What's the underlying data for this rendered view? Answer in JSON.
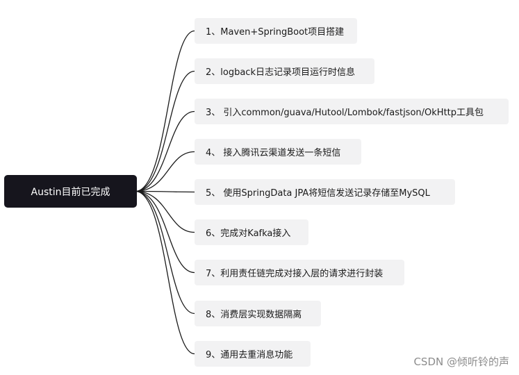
{
  "root": {
    "label": "Austin目前已完成"
  },
  "branches": [
    {
      "label": "1、Maven+SpringBoot项目搭建"
    },
    {
      "label": "2、logback日志记录项目运行时信息"
    },
    {
      "label": "3、 引入common/guava/Hutool/Lombok/fastjson/OkHttp工具包"
    },
    {
      "label": "4、 接入腾讯云渠道发送一条短信"
    },
    {
      "label": "5、 使用SpringData JPA将短信发送记录存储至MySQL"
    },
    {
      "label": "6、完成对Kafka接入"
    },
    {
      "label": "7、利用责任链完成对接入层的请求进行封装"
    },
    {
      "label": "8、消费层实现数据隔离"
    },
    {
      "label": "9、通用去重消息功能"
    }
  ],
  "watermark": "CSDN @倾听铃的声",
  "colors": {
    "root_bg": "#16151d",
    "node_bg": "#f2f2f3",
    "line": "#1a1a1a"
  }
}
